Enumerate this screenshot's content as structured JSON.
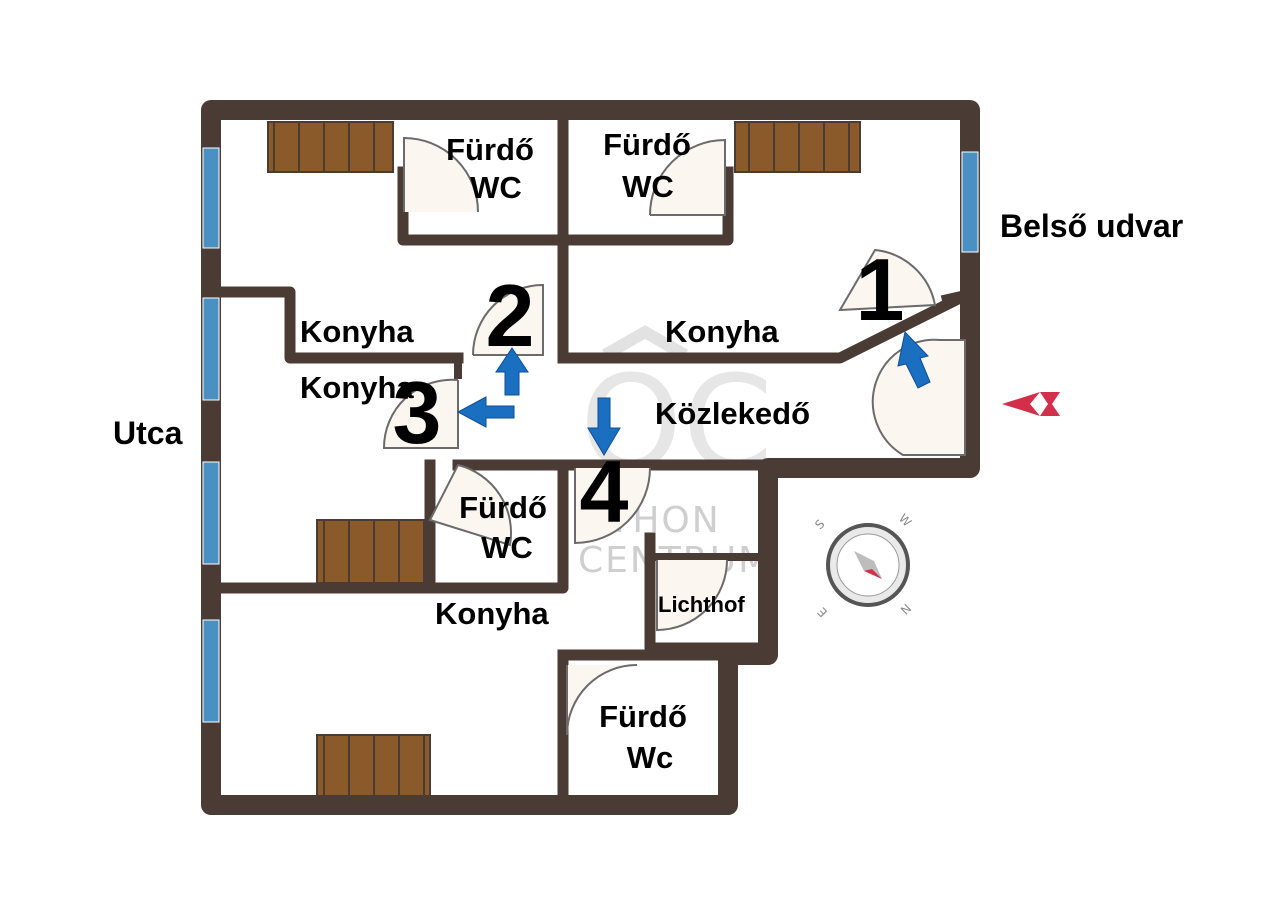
{
  "labels": {
    "bath_wc_1a": "Fürdő",
    "bath_wc_1b": "WC",
    "bath_wc_2a": "Fürdő",
    "bath_wc_2b": "WC",
    "bath_wc_3a": "Fürdő",
    "bath_wc_3b": "WC",
    "bath_wc_4a": "Fürdő",
    "bath_wc_4b": "Wc",
    "kitchen_1": "Konyha",
    "kitchen_2": "Konyha",
    "kitchen_3": "Konyha",
    "kitchen_4": "Konyha",
    "corridor": "Közlekedő",
    "lichthof": "Lichthof",
    "street": "Utca",
    "courtyard": "Belső udvar"
  },
  "unit_numbers": [
    "1",
    "2",
    "3",
    "4"
  ],
  "watermark": {
    "line1": "OTHON",
    "line2": "CENTRUM"
  },
  "compass": {
    "s": "S",
    "w": "W",
    "n": "N",
    "e": "E"
  },
  "colors": {
    "wall": "#4a3b34",
    "window": "#4a90c2",
    "floor_stairs": "#8b5a2b",
    "arrow_blue": "#1a6fc0",
    "arrow_red": "#d32f4a"
  }
}
